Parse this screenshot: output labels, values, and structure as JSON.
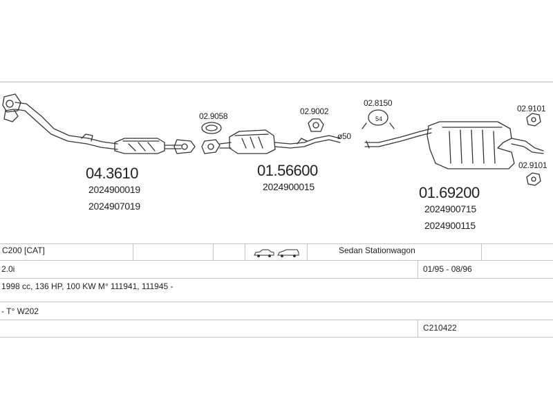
{
  "parts": [
    {
      "id": "front-pipe",
      "code": "04.3610",
      "oem": [
        "2024900019",
        "2024907019"
      ]
    },
    {
      "id": "centre-silencer",
      "code": "01.56600",
      "oem": [
        "2024900015"
      ]
    },
    {
      "id": "rear-silencer",
      "code": "01.69200",
      "oem": [
        "2024900715",
        "2024900115"
      ]
    }
  ],
  "accessories": [
    {
      "id": "gasket",
      "code": "02.9058"
    },
    {
      "id": "clamp-1",
      "code": "02.9002"
    },
    {
      "id": "clamp-2",
      "code": "02.8150",
      "badge": "54"
    },
    {
      "id": "hanger-top",
      "code": "02.9101"
    },
    {
      "id": "hanger-bottom",
      "code": "02.9101"
    }
  ],
  "diameter_label": "ø50",
  "table": {
    "model": "C200  [CAT]",
    "body": "Sedan  Stationwagon",
    "engine": "2.0i",
    "dates": "01/95 - 08/96",
    "specs": "1998 cc, 136 HP, 100 KW M° 111941, 111945 -",
    "chassis": "- T° W202",
    "ref": "C210422"
  }
}
